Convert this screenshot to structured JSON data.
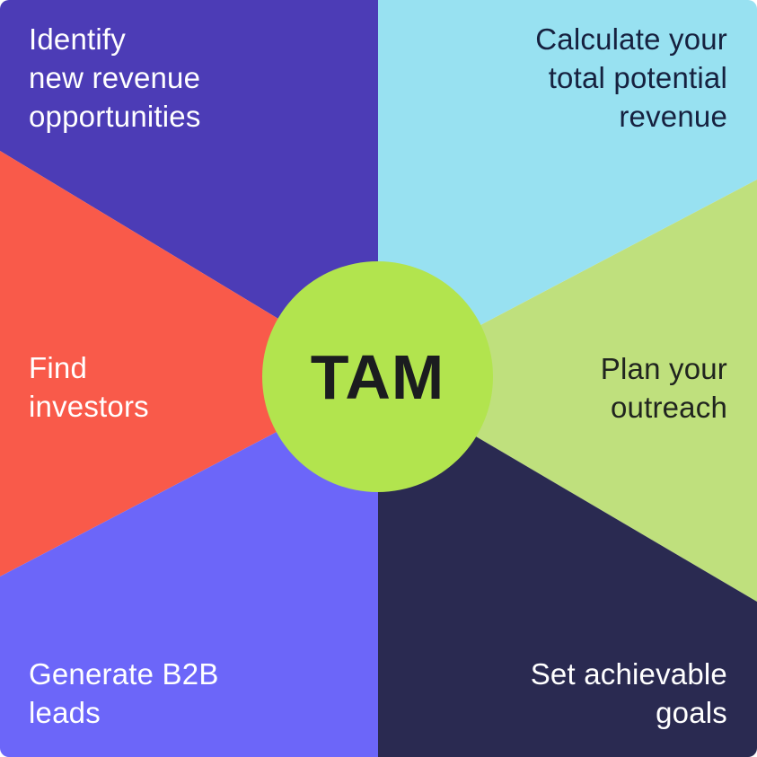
{
  "diagram": {
    "title_hidden": "",
    "center": {
      "label": "TAM",
      "color": "#B2E44E",
      "text_color": "#1B1C1F"
    },
    "sections": [
      {
        "name": "identify-new-revenue-opportunities",
        "label": "Identify\nnew revenue\nopportunities",
        "color": "#4C3CB6",
        "text_color": "#FFFFFF",
        "position": "top-left"
      },
      {
        "name": "calculate-total-potential-revenue",
        "label": "Calculate your\ntotal potential\nrevenue",
        "color": "#98E1F1",
        "text_color": "#16213F",
        "position": "top-right"
      },
      {
        "name": "find-investors",
        "label": "Find\ninvestors",
        "color": "#F95A4A",
        "text_color": "#FFFFFF",
        "position": "middle-left"
      },
      {
        "name": "plan-your-outreach",
        "label": "Plan your\noutreach",
        "color": "#BFE07D",
        "text_color": "#20241F",
        "position": "middle-right"
      },
      {
        "name": "generate-b2b-leads",
        "label": "Generate B2B\nleads",
        "color": "#6C66F9",
        "text_color": "#FFFFFF",
        "position": "bottom-left"
      },
      {
        "name": "set-achievable-goals",
        "label": "Set achievable\ngoals",
        "color": "#2A2A51",
        "text_color": "#FFFFFF",
        "position": "bottom-right"
      }
    ],
    "background_color": "#FFFFFF"
  }
}
